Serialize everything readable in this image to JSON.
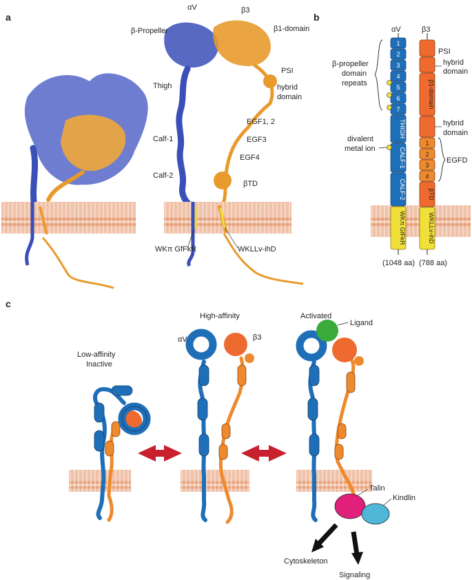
{
  "colors": {
    "alpha": "#3a4fb8",
    "beta": "#e89a2c",
    "alpha_cartoon": "#1f6fb8",
    "beta_cartoon": "#ee8a2e",
    "membrane": "#e8a27e",
    "tm": "#f2e03a",
    "ligand": "#3aaa3a",
    "talin": "#e0207a",
    "kindlin": "#4fb8d8",
    "arrow": "#c8202e"
  },
  "panel_a": {
    "label": "a",
    "alpha_name": "αV",
    "beta_name": "β3",
    "alpha_labels": [
      "β-Propeller",
      "Thigh",
      "Calf-1",
      "Calf-2"
    ],
    "beta_labels": [
      "β1-domain",
      "PSI",
      "hybrid",
      "domain",
      "EGF1, 2",
      "EGF3",
      "EGF4",
      "βTD"
    ],
    "tm_alpha": "WKπ GfFkR",
    "tm_beta": "WKLLv-ihD"
  },
  "panel_b": {
    "label": "b",
    "alpha_name": "αV",
    "beta_name": "β3",
    "alpha_segments": [
      "1",
      "2",
      "3",
      "4",
      "5",
      "6",
      "7",
      "THIGH",
      "CALF-1",
      "CALF-2",
      "WKπ GfFkR"
    ],
    "beta_segments": [
      "PSI",
      "β1-domain",
      "1",
      "2",
      "3",
      "4",
      "βTD",
      "WKLLv-ihD"
    ],
    "propeller_label": [
      "β-propeller",
      "domain",
      "repeats"
    ],
    "metal_label": [
      "divalent",
      "metal ion"
    ],
    "right_labels": [
      "PSI",
      "hybrid",
      "domain",
      "hybrid",
      "domain",
      "EGFD"
    ],
    "alpha_length": "(1048 aa)",
    "beta_length": "(788 aa)"
  },
  "panel_c": {
    "label": "c",
    "state_low": [
      "Low-affinity",
      "Inactive"
    ],
    "state_high": "High-affinity",
    "state_active": "Activated",
    "alpha_name": "αV",
    "beta_name": "β3",
    "ligand": "Ligand",
    "talin": "Talin",
    "kindlin": "Kindlin",
    "cytoskeleton": "Cytoskeleton",
    "signaling": "Signaling"
  }
}
